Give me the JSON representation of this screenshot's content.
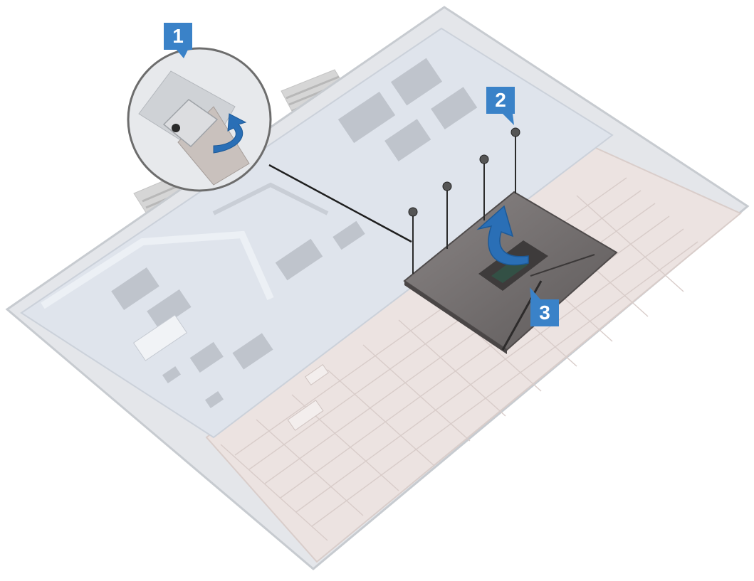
{
  "steps": [
    {
      "label": "1"
    },
    {
      "label": "2"
    },
    {
      "label": "3"
    }
  ],
  "colors": {
    "callout_blue": "#3a82c8",
    "arrow_blue": "#2a6fb6",
    "touchpad_plate": "#6e6a6a",
    "chassis_light": "#dde1e6",
    "palmrest_pink": "#e9ddda"
  },
  "icons": [
    "rotate-arrow-icon",
    "lift-arrow-icon",
    "screw-icon"
  ]
}
